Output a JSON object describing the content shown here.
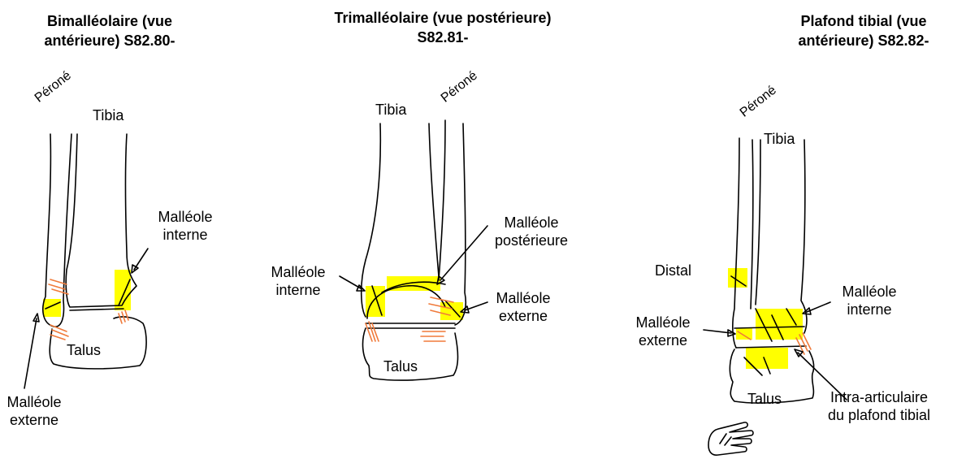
{
  "panels": [
    {
      "title_line1": "Bimalléolaire (vue",
      "title_line2": "antérieure) S82.80-",
      "labels": {
        "perone": "Péroné",
        "tibia": "Tibia",
        "malleole_interne_1": "Malléole",
        "malleole_interne_2": "interne",
        "talus": "Talus",
        "malleole_externe_1": "Malléole",
        "malleole_externe_2": "externe"
      }
    },
    {
      "title_line1": "Trimalléolaire (vue postérieure)",
      "title_line2": "S82.81-",
      "labels": {
        "tibia": "Tibia",
        "perone": "Péroné",
        "malleole_posterieure_1": "Malléole",
        "malleole_posterieure_2": "postérieure",
        "malleole_interne_1": "Malléole",
        "malleole_interne_2": "interne",
        "malleole_externe_1": "Malléole",
        "malleole_externe_2": "externe",
        "talus": "Talus"
      }
    },
    {
      "title_line1": "Plafond tibial (vue",
      "title_line2": "antérieure) S82.82-",
      "labels": {
        "perone": "Péroné",
        "tibia": "Tibia",
        "distal": "Distal",
        "malleole_interne_1": "Malléole",
        "malleole_interne_2": "interne",
        "malleole_externe_1": "Malléole",
        "malleole_externe_2": "externe",
        "talus": "Talus",
        "intra_1": "Intra-articulaire",
        "intra_2": "du plafond tibial"
      }
    }
  ],
  "colors": {
    "highlight": "#ffff00",
    "fracture": "#f07a3a",
    "outline": "#000000"
  },
  "icons": [
    "pointing-hand-icon"
  ]
}
